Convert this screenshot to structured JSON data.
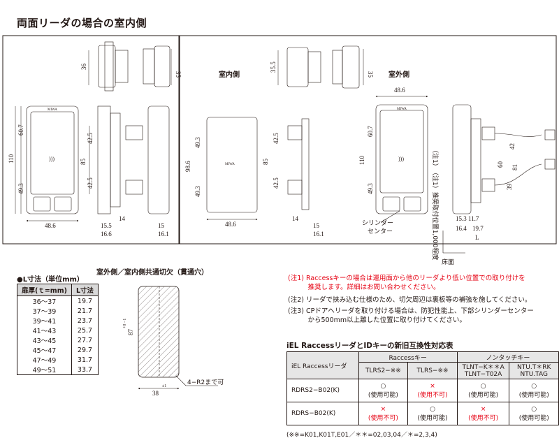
{
  "title": "両面リーダの場合の室内側",
  "drawing": {
    "label_indoor": "室内側",
    "label_outdoor": "室外側",
    "dims": {
      "d36": "36",
      "d35": "35",
      "d35_5": "35.5",
      "d35b": "35",
      "d60_7a": "60.7",
      "d110": "110",
      "d49_3a": "49.3",
      "d48_6a": "48.6",
      "d42_5a": "42.5",
      "d85a": "85",
      "d42_5b": "42.5",
      "d15_5a": "15.5",
      "d16_6a": "16.6",
      "d14a": "14",
      "d15a": "15",
      "d16_1a": "16.1",
      "d49_3b": "49.3",
      "d98_6": "98.6",
      "d49_3c": "49.3",
      "d48_6b": "48.6",
      "d85b": "85",
      "d42_5c": "42.5",
      "d42_5d": "42.5",
      "d14b": "14",
      "d15b": "15",
      "d16_1b": "16.1",
      "d48_6c": "48.6",
      "d60_7b": "60.7",
      "d110b": "110",
      "d49_3d": "49.3",
      "d42": "42",
      "d60": "60",
      "d81": "81",
      "d39": "39",
      "d15_3": "15.3",
      "d11_7": "11.7",
      "d16_4": "16.4",
      "d19_7": "19.7",
      "dL": "L",
      "d38": "38",
      "d38tol": "±1",
      "d87": "87",
      "d87tol": "+0 −1"
    },
    "callout_cylinder": "シリンダー",
    "callout_center": "センター",
    "vertical_note": "（注1）推奨取付位置1,000程度",
    "floor": "床面",
    "cutout_title": "室外側／室内側共通切欠（貫通穴）",
    "cutout_note": "4−R2まで可"
  },
  "l_table": {
    "title": "●L寸法（単位mm）",
    "headers": [
      "扉厚(ｔ=mm)",
      "L寸法"
    ],
    "rows": [
      [
        "36〜37",
        "19.7"
      ],
      [
        "37〜39",
        "21.7"
      ],
      [
        "39〜41",
        "23.7"
      ],
      [
        "41〜43",
        "25.7"
      ],
      [
        "43〜45",
        "27.7"
      ],
      [
        "45〜47",
        "29.7"
      ],
      [
        "47〜49",
        "31.7"
      ],
      [
        "49〜51",
        "33.7"
      ]
    ]
  },
  "notes": [
    {
      "text": "(注1) Raccessキーの場合は運用面から他のリーダより低い位置での取り付けを",
      "red": true
    },
    {
      "text": "　　　推奨します。詳細はお問い合わせください。",
      "red": true
    },
    {
      "text": "(注2) リーダで挟み込む仕様のため、切欠周辺は裏板等の補強を施してください。",
      "red": false
    },
    {
      "text": "(注3) CPドアへリーダを取り付ける場合は、防犯性能上、下部シリンダーセンター",
      "red": false
    },
    {
      "text": "　　　から500mm以上離した位置に取り付けてください。",
      "red": false
    }
  ],
  "compat": {
    "title": "iEL RaccessリーダとIDキーの新旧互換性対応表",
    "h_raccess": "Raccessキー",
    "h_nontouch": "ノンタッチキー",
    "h_reader": "iEL Raccessリーダ",
    "cols": [
      "TLRS2−※※",
      "TLRS−※※",
      "TLNT−K＊＊A\nTLNT−T02A",
      "NTU.T＊RK\nNTU.TAG"
    ],
    "rows": [
      {
        "name": "RDRS2−B02(K)",
        "cells": [
          {
            "mark": "○",
            "text": "(使用可能)",
            "red": false
          },
          {
            "mark": "×",
            "text": "(使用不可)",
            "red": true
          },
          {
            "mark": "○",
            "text": "(使用可能)",
            "red": false
          },
          {
            "mark": "○",
            "text": "(使用可能)",
            "red": false
          }
        ]
      },
      {
        "name": "RDRS−B02(K)",
        "cells": [
          {
            "mark": "×",
            "text": "(使用不可)",
            "red": true
          },
          {
            "mark": "○",
            "text": "(使用可能)",
            "red": false
          },
          {
            "mark": "×",
            "text": "(使用不可)",
            "red": true
          },
          {
            "mark": "○",
            "text": "(使用可能)",
            "red": false
          }
        ]
      }
    ],
    "footnote": "(※※=K01,K01T,E01／＊＊=02,03,04／＊=2,3,4)"
  },
  "colors": {
    "ink": "#231815",
    "red": "#e60012",
    "header_gray": "#d9d9d9"
  }
}
